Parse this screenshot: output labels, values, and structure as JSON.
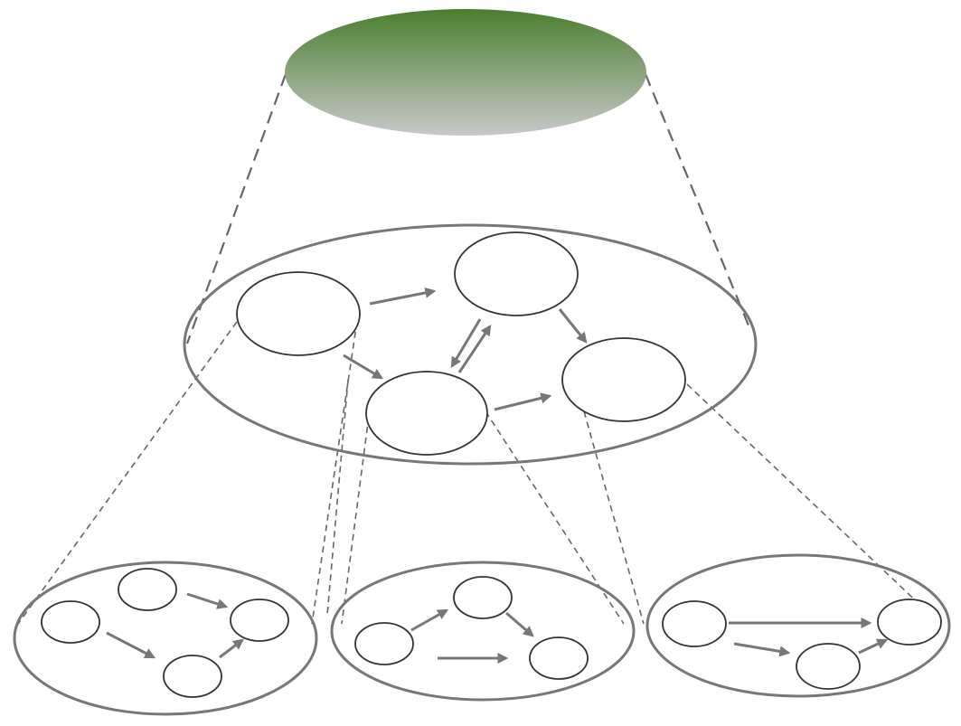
{
  "colors": {
    "top_gradient_start": "#4a7f2e",
    "top_gradient_end": "#c8c8c8",
    "outline": "#777777",
    "node_stroke": "#333333",
    "node_fill": "#ffffff",
    "dashed_connector": "#666666"
  },
  "diagram": {
    "levels": [
      {
        "name": "top-ellipse",
        "nodes": 0
      },
      {
        "name": "middle-network",
        "nodes": 4
      },
      {
        "name": "subnetwork-left",
        "nodes": 4
      },
      {
        "name": "subnetwork-center",
        "nodes": 3
      },
      {
        "name": "subnetwork-right",
        "nodes": 3
      }
    ]
  }
}
